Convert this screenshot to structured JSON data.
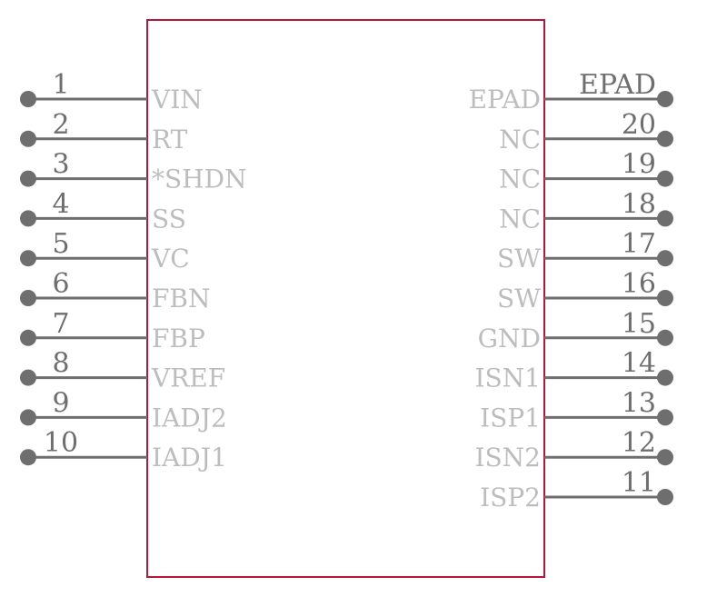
{
  "colors": {
    "body_outline": "#b5163a",
    "pin": "#6e6e6e",
    "pin_name": "#bdbdbd",
    "background": "#ffffff"
  },
  "component": {
    "left_pins": [
      {
        "number": "1",
        "name": "VIN"
      },
      {
        "number": "2",
        "name": "RT"
      },
      {
        "number": "3",
        "name": "*SHDN"
      },
      {
        "number": "4",
        "name": "SS"
      },
      {
        "number": "5",
        "name": "VC"
      },
      {
        "number": "6",
        "name": "FBN"
      },
      {
        "number": "7",
        "name": "FBP"
      },
      {
        "number": "8",
        "name": "VREF"
      },
      {
        "number": "9",
        "name": "IADJ2"
      },
      {
        "number": "10",
        "name": "IADJ1"
      }
    ],
    "right_pins": [
      {
        "number": "EPAD",
        "name": "EPAD"
      },
      {
        "number": "20",
        "name": "NC"
      },
      {
        "number": "19",
        "name": "NC"
      },
      {
        "number": "18",
        "name": "NC"
      },
      {
        "number": "17",
        "name": "SW"
      },
      {
        "number": "16",
        "name": "SW"
      },
      {
        "number": "15",
        "name": "GND"
      },
      {
        "number": "14",
        "name": "ISN1"
      },
      {
        "number": "13",
        "name": "ISP1"
      },
      {
        "number": "12",
        "name": "ISN2"
      },
      {
        "number": "11",
        "name": "ISP2"
      }
    ]
  }
}
